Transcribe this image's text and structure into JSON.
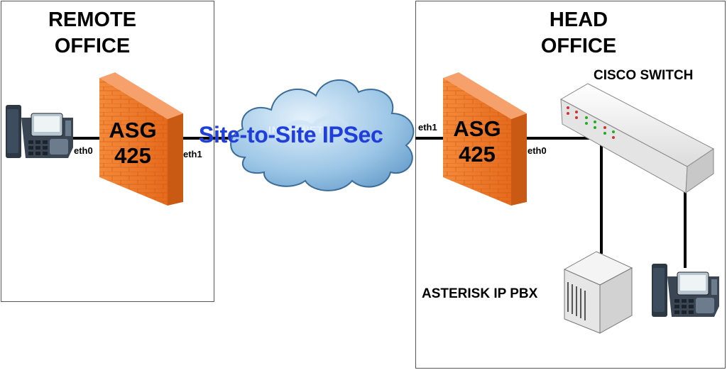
{
  "remote_office": {
    "title_line1": "REMOTE",
    "title_line2": "OFFICE"
  },
  "head_office": {
    "title_line1": "HEAD",
    "title_line2": "OFFICE"
  },
  "remote_firewall": {
    "model_line1": "ASG",
    "model_line2": "425",
    "lan_iface": "eth0",
    "wan_iface": "eth1"
  },
  "head_firewall": {
    "model_line1": "ASG",
    "model_line2": "425",
    "wan_iface": "eth1",
    "lan_iface": "eth0"
  },
  "internet_cloud": {
    "label": "INTERNET"
  },
  "tunnel": {
    "label": "Site-to-Site IPSec"
  },
  "switch": {
    "label": "CISCO SWITCH"
  },
  "pbx": {
    "label": "ASTERISK IP PBX"
  },
  "colors": {
    "firewall": "#f07a2a",
    "tunnel_text": "#1f3fd8",
    "cloud": "#9cc6e6"
  },
  "icons": [
    "ip-phone-icon",
    "firewall-icon",
    "cloud-icon",
    "switch-icon",
    "server-icon"
  ]
}
